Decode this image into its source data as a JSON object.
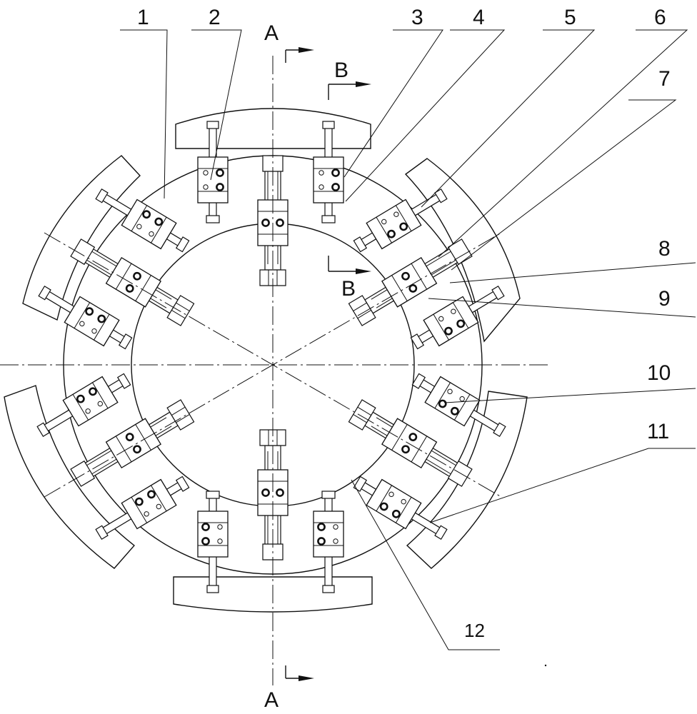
{
  "labels": {
    "n1": "1",
    "n2": "2",
    "n3": "3",
    "n4": "4",
    "n5": "5",
    "n6": "6",
    "n7": "7",
    "n8": "8",
    "n9": "9",
    "n10": "10",
    "n11": "11",
    "n12": "12"
  },
  "sections": {
    "a_top": "A",
    "a_bottom": "A",
    "b_top": "B",
    "b_bottom": "B"
  }
}
